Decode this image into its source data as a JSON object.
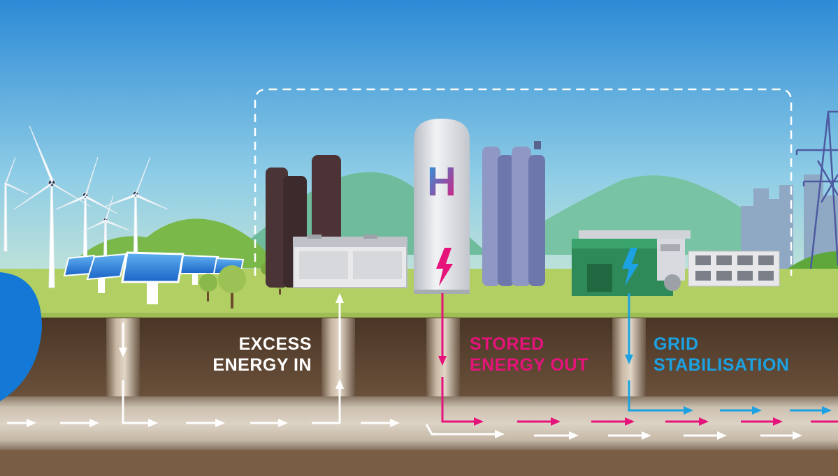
{
  "labels": {
    "excess": {
      "line1": "EXCESS",
      "line2": "ENERGY IN",
      "color": "#ffffff"
    },
    "stored": {
      "line1": "STORED",
      "line2": "ENERGY OUT",
      "color": "#e6137a"
    },
    "grid": {
      "line1": "GRID",
      "line2": "STABILISATION",
      "color": "#1ca2e2"
    }
  },
  "storage_logo": "H",
  "colors": {
    "sky_top": "#2f8fd8",
    "sky_bottom": "#cbe8d2",
    "ground": "#a9c95b",
    "underground": "#5a4432",
    "pipe": "#cfc3b3",
    "flow_in": "#ffffff",
    "flow_out": "#e6137a",
    "flow_grid": "#1ca2e2",
    "water": "#1479d6"
  }
}
